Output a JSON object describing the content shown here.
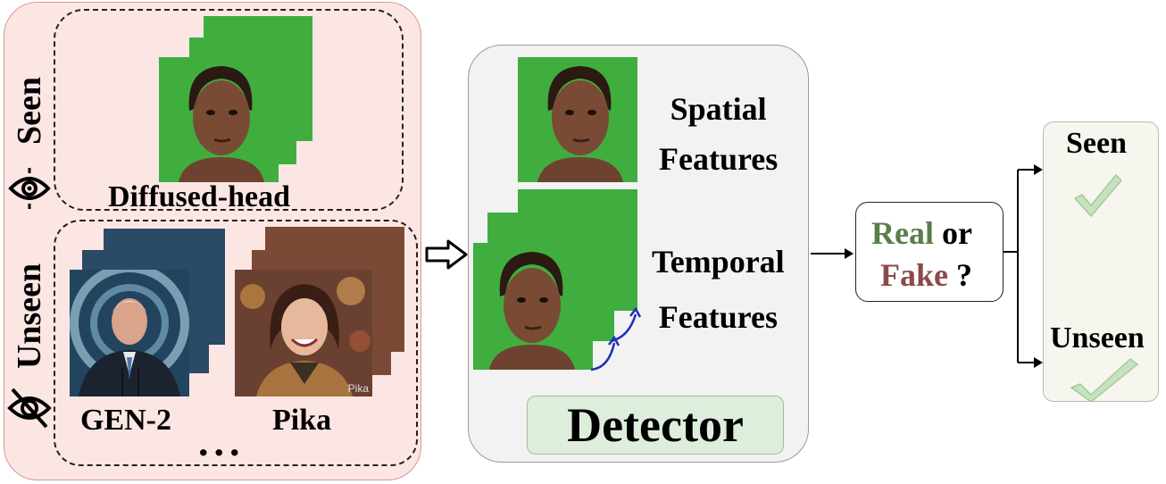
{
  "input_panel": {
    "seen_label": "Seen",
    "unseen_label": "Unseen",
    "seen_generator": "Diffused-head",
    "unseen_generators": [
      "GEN-2",
      "Pika"
    ],
    "more": "...",
    "pika_watermark": "Pika"
  },
  "detector_panel": {
    "spatial_label": [
      "Spatial",
      "Features"
    ],
    "temporal_label": [
      "Temporal",
      "Features"
    ],
    "detector_label": "Detector"
  },
  "question": {
    "real": "Real",
    "or": "or",
    "fake": "Fake",
    "mark": "?"
  },
  "results": {
    "seen_label": "Seen",
    "unseen_label": "Unseen"
  },
  "colors": {
    "input_panel_bg": "#fbe6e4",
    "detector_panel_bg": "#f2f2f2",
    "detector_box_bg": "#deeedd",
    "result_panel_bg": "#f6f6ee",
    "real_text": "#5a7d4a",
    "fake_text": "#8b4a4a",
    "check": "#c7e2be",
    "green_screen": "#3fae3e",
    "arrow_blue": "#1f2fb5"
  }
}
